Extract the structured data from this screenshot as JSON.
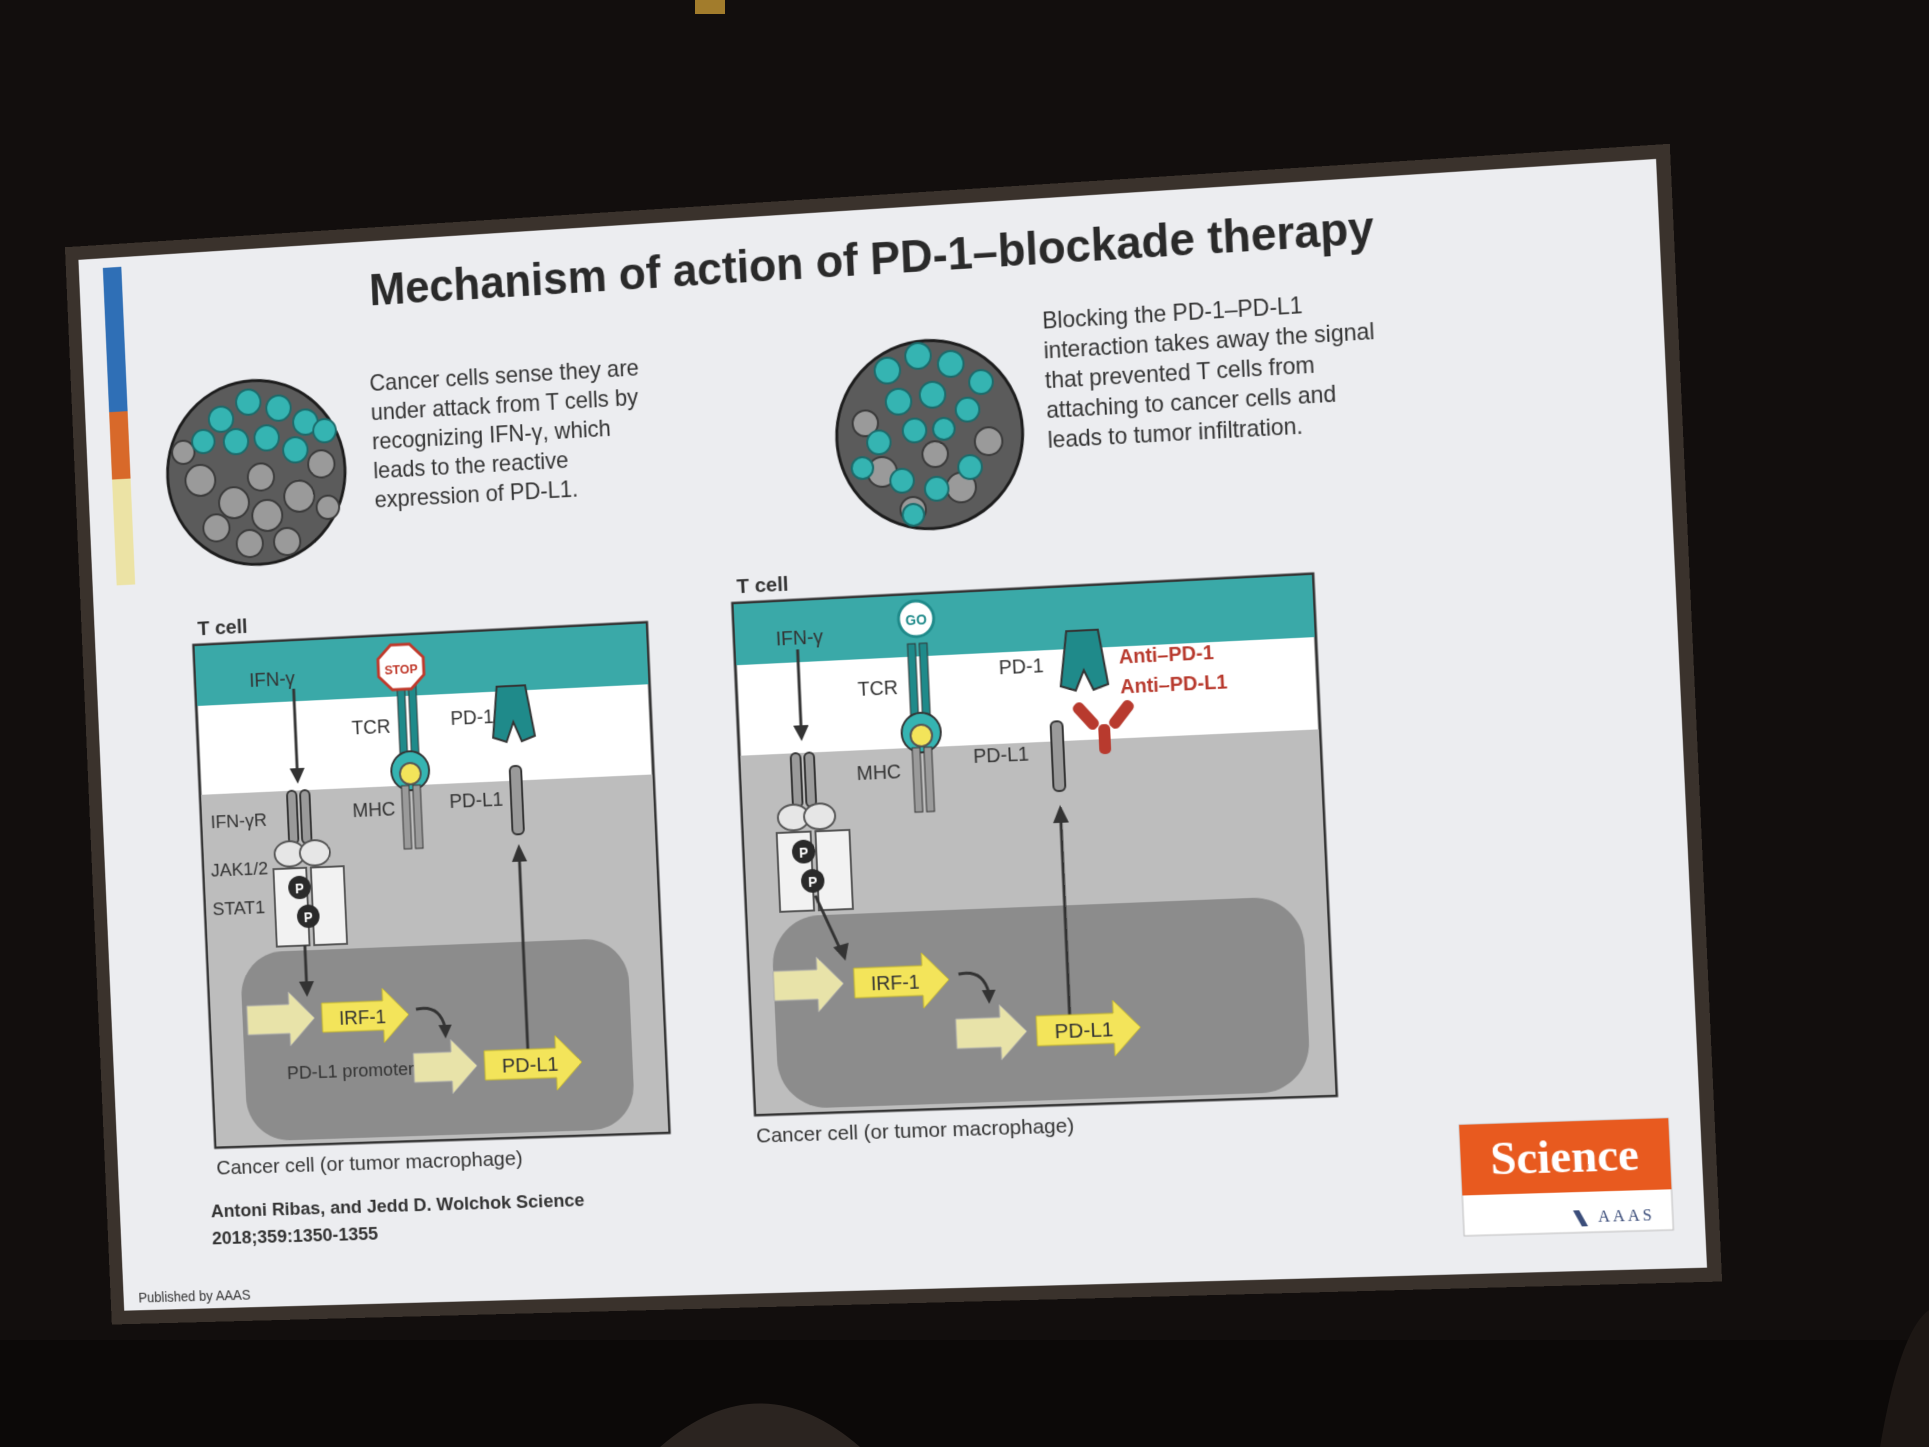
{
  "title": "Mechanism of action of PD-1–blockade therapy",
  "left_panel": {
    "caption_lines": [
      "Cancer cells sense they are",
      "under attack from T cells by",
      "recognizing IFN-γ, which",
      "leads to the reactive",
      "expression of PD-L1."
    ],
    "tcell_label": "T cell",
    "labels": {
      "ifn_gamma": "IFN-γ",
      "stop": "STOP",
      "tcr": "TCR",
      "pd1": "PD-1",
      "mhc": "MHC",
      "pdl1": "PD-L1",
      "ifn_gamma_r": "IFN-γR",
      "jak": "JAK1/2",
      "stat1": "STAT1",
      "phospho": "P",
      "irf1": "IRF-1",
      "pdl1_promoter": "PD-L1 promoter",
      "pdl1_gene": "PD-L1"
    },
    "bottom_caption": "Cancer cell (or tumor macrophage)"
  },
  "right_panel": {
    "caption_lines": [
      "Blocking the PD-1–PD-L1",
      "interaction takes away the signal",
      "that prevented T cells from",
      "attaching to cancer cells and",
      "leads to tumor infiltration."
    ],
    "tcell_label": "T cell",
    "labels": {
      "ifn_gamma": "IFN-γ",
      "go": "GO",
      "tcr": "TCR",
      "pd1": "PD-1",
      "mhc": "MHC",
      "pdl1": "PD-L1",
      "anti_pd1": "Anti–PD-1",
      "anti_pdl1": "Anti–PD-L1",
      "phospho": "P",
      "irf1": "IRF-1",
      "pdl1_gene": "PD-L1"
    },
    "bottom_caption": "Cancer cell (or tumor macrophage)"
  },
  "citation_lines": [
    "Antoni Ribas, and Jedd D. Wolchok Science",
    "2018;359:1350-1355"
  ],
  "footer": "Published by AAAS",
  "logo": {
    "name": "Science",
    "sub": "AAAS"
  },
  "colors": {
    "teal": "#3aa9a8",
    "teal_dark": "#1f8a8a",
    "yellow": "#f3e45a",
    "antibody_red": "#b83a2e",
    "stop_red": "#c0392b",
    "science_orange": "#e85a1f",
    "bar_blue": "#2f6fb6",
    "bar_orange": "#d8692a",
    "bar_cream": "#ece3a5"
  }
}
